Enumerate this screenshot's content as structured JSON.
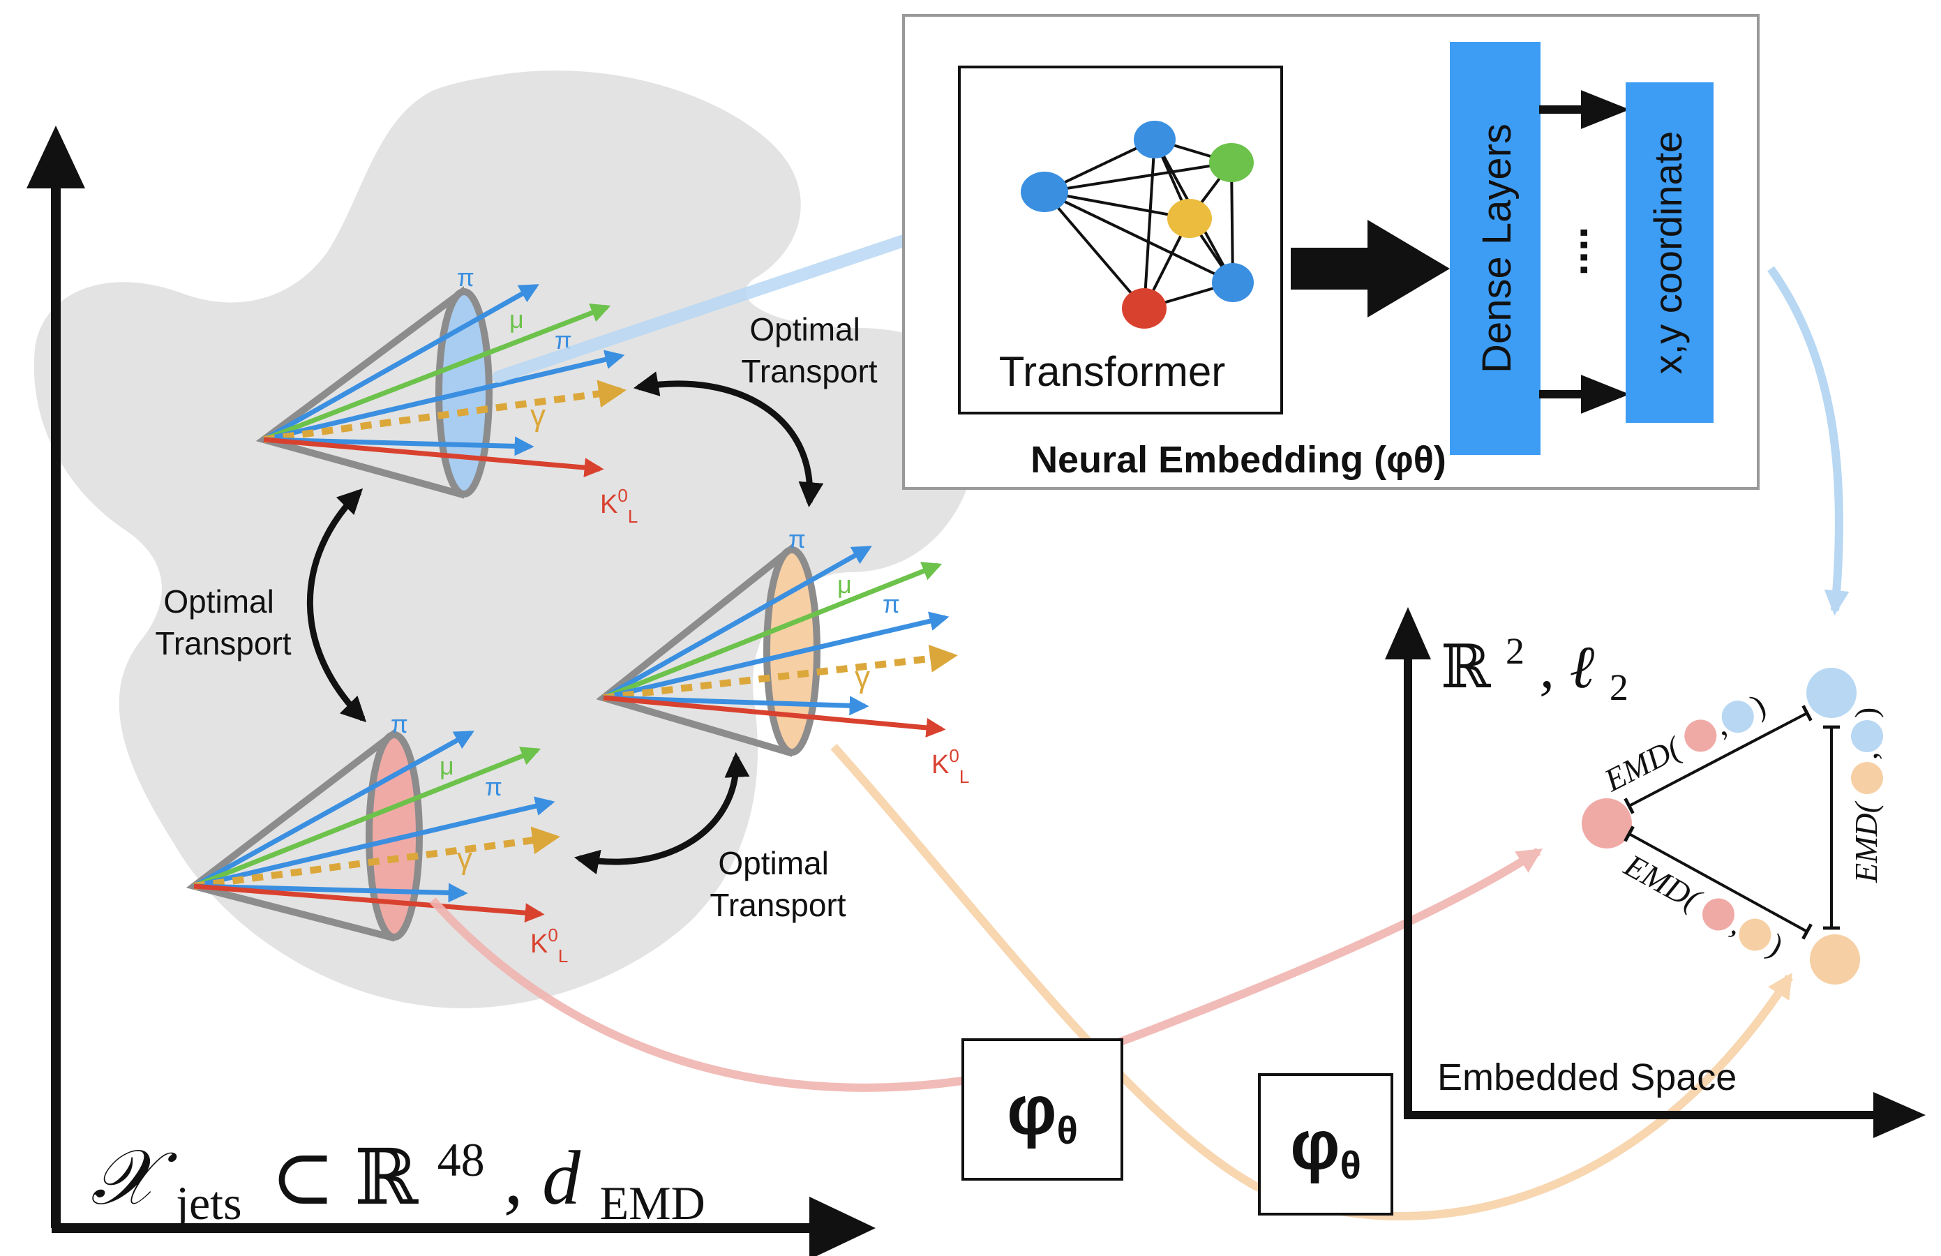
{
  "input_space": {
    "label": "𝒳",
    "subscript": "jets",
    "relation": "⊂ ℝ",
    "dimension": "48",
    "metric": ", d",
    "metric_subscript": "EMD"
  },
  "embedded_space": {
    "label": "ℝ",
    "power": "2",
    "metric": ", ℓ",
    "metric_subscript": "2",
    "caption": "Embedded Space"
  },
  "transport_labels": {
    "line1": "Optimal",
    "line2": "Transport"
  },
  "particles": {
    "pion": "π",
    "muon": "μ",
    "photon": "γ",
    "kaon": "K",
    "kaon_sup": "0",
    "kaon_sub": "L"
  },
  "network": {
    "transformer_label": "Transformer",
    "dense_label": "Dense Layers",
    "output_label": "x,y coordinate",
    "ellipsis": "....",
    "caption": "Neural Embedding (φθ)"
  },
  "embedding_map": {
    "symbol": "φ",
    "subscript": "θ"
  },
  "emd_labels": {
    "text": "EMD(",
    "comma": ",",
    "close": ")"
  },
  "colors": {
    "pion": "#3a8fe0",
    "muon": "#6cc24a",
    "photon": "#dba73a",
    "kaon": "#d9412f",
    "jet_blue": "#a9cdf0",
    "jet_orange": "#f7cfa4",
    "jet_red": "#f0aaa6",
    "dense": "#3d9df5",
    "cloud": "#e3e3e3"
  }
}
